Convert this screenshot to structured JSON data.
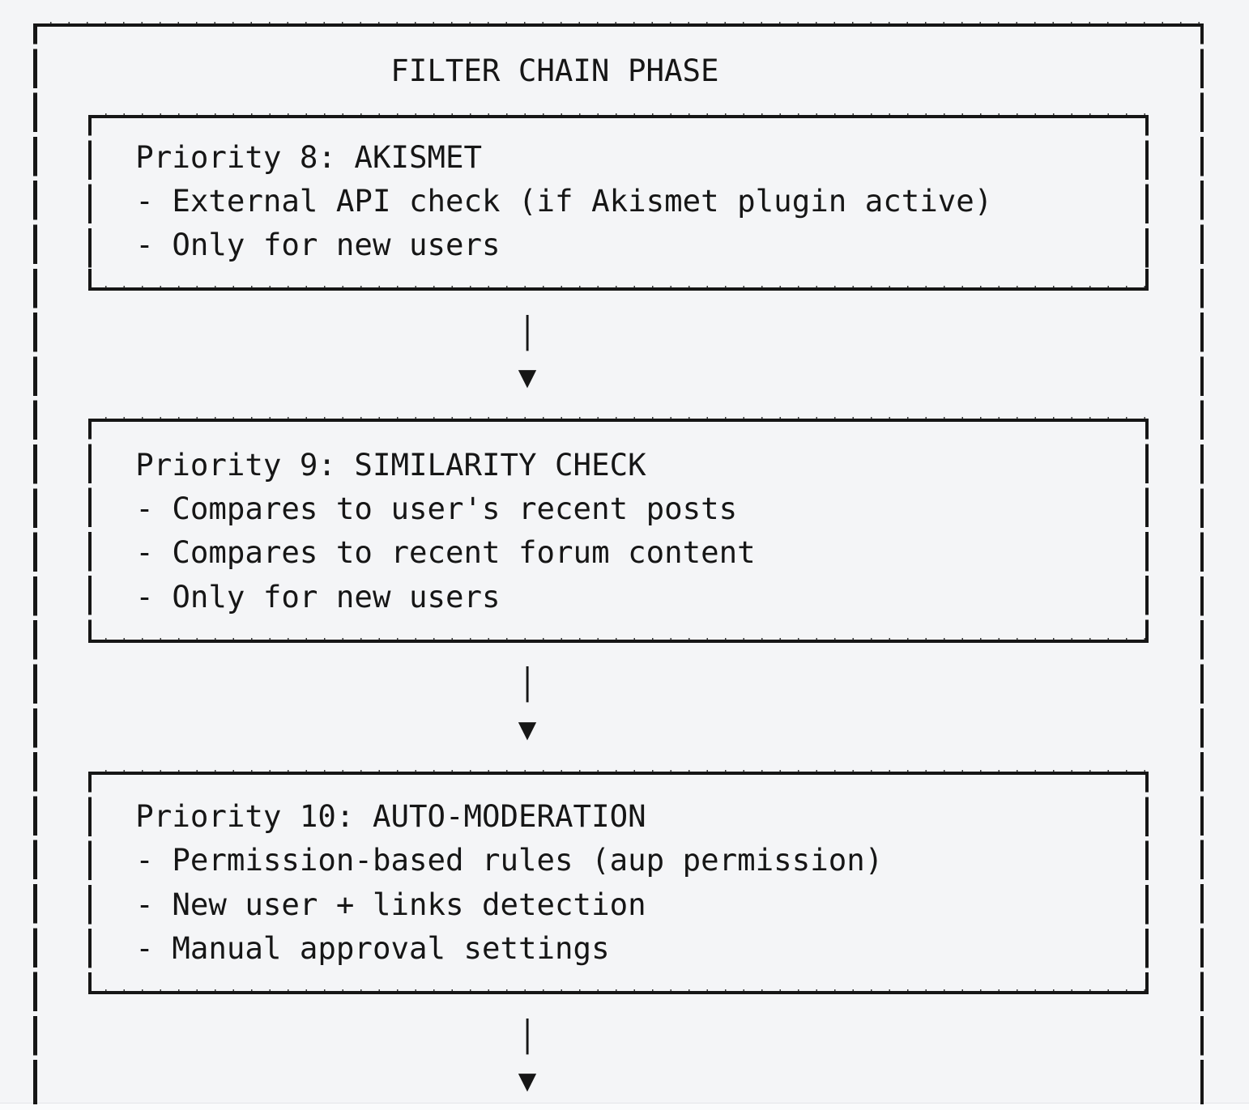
{
  "colors": {
    "bg": "#f4f5f7",
    "ink": "#161616"
  },
  "diagram": {
    "title": "FILTER CHAIN PHASE",
    "boxes": [
      {
        "heading": "Priority 8: AKISMET",
        "bullets": [
          "- External API check (if Akismet plugin active)",
          "- Only for new users"
        ]
      },
      {
        "heading": "Priority 9: SIMILARITY CHECK",
        "bullets": [
          "- Compares to user's recent posts",
          "- Compares to recent forum content",
          "- Only for new users"
        ]
      },
      {
        "heading": "Priority 10: AUTO-MODERATION",
        "bullets": [
          "- Permission-based rules (aup permission)",
          "- New user + links detection",
          "- Manual approval settings"
        ]
      }
    ],
    "arrow": {
      "stem": "│",
      "head": "▼"
    }
  }
}
